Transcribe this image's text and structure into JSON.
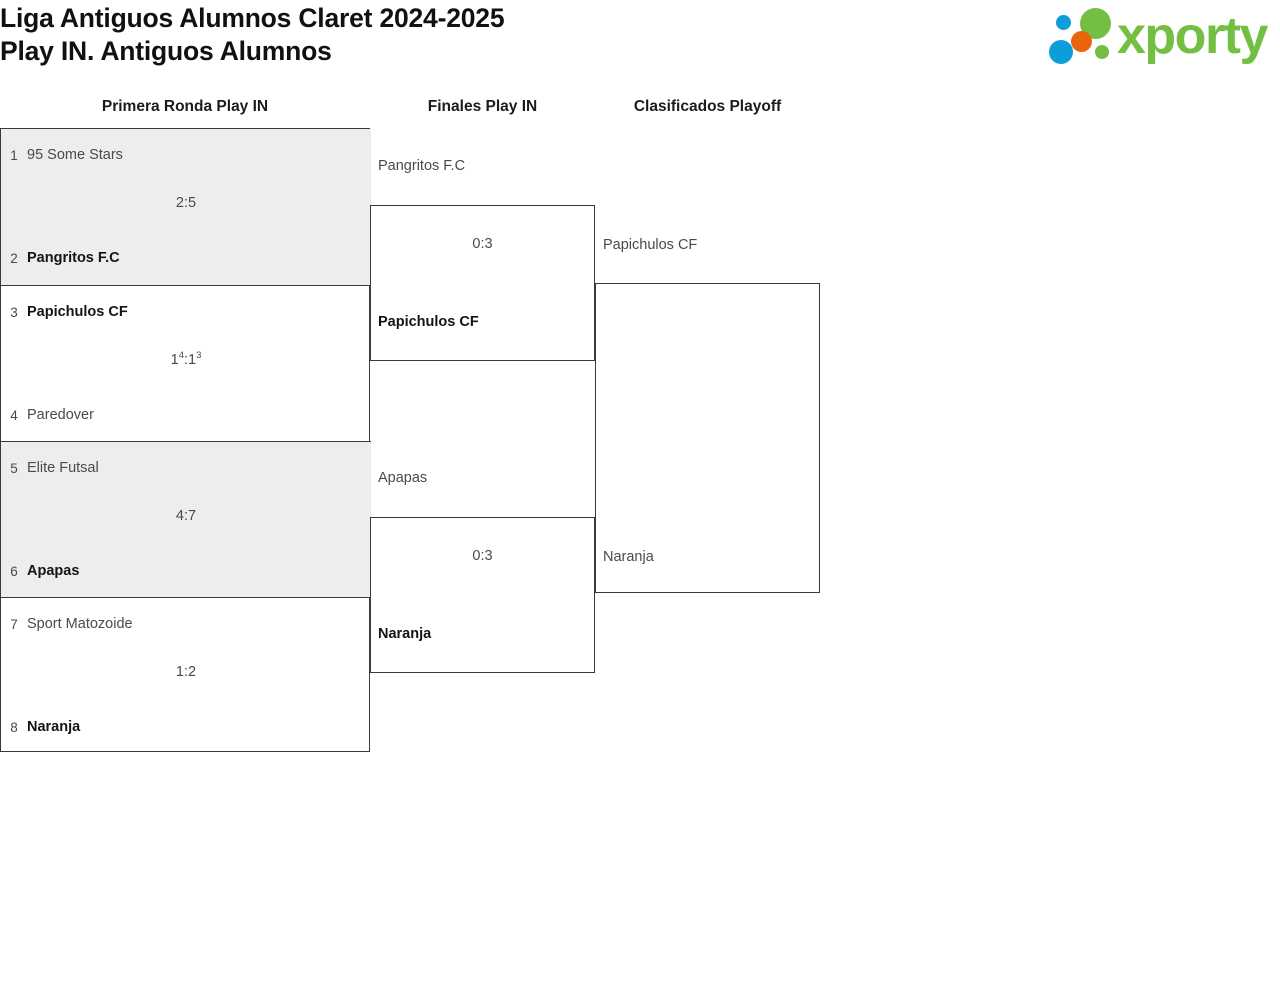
{
  "header": {
    "title": "Liga Antiguos Alumnos Claret 2024-2025\nPlay IN. Antiguos Alumnos",
    "logo_text": "xporty"
  },
  "columns": [
    {
      "id": "primera-ronda",
      "label": "Primera Ronda Play IN"
    },
    {
      "id": "finales",
      "label": "Finales Play IN"
    },
    {
      "id": "clasificados",
      "label": "Clasificados Playoff"
    }
  ],
  "round1": {
    "matches": [
      {
        "shaded": true,
        "top": {
          "seed": "1",
          "name": "95 Some Stars",
          "winner": false
        },
        "bottom": {
          "seed": "2",
          "name": "Pangritos F.C",
          "winner": true
        },
        "score": "2:5",
        "score_home": "2",
        "score_away": "5",
        "pens_home": "",
        "pens_away": ""
      },
      {
        "shaded": false,
        "top": {
          "seed": "3",
          "name": "Papichulos CF",
          "winner": true
        },
        "bottom": {
          "seed": "4",
          "name": "Paredover",
          "winner": false
        },
        "score": "1:1",
        "score_home": "1",
        "score_away": "1",
        "pens_home": "4",
        "pens_away": "3"
      },
      {
        "shaded": true,
        "top": {
          "seed": "5",
          "name": "Elite Futsal",
          "winner": false
        },
        "bottom": {
          "seed": "6",
          "name": "Apapas",
          "winner": true
        },
        "score": "4:7",
        "score_home": "4",
        "score_away": "7",
        "pens_home": "",
        "pens_away": ""
      },
      {
        "shaded": false,
        "top": {
          "seed": "7",
          "name": "Sport Matozoide",
          "winner": false
        },
        "bottom": {
          "seed": "8",
          "name": "Naranja",
          "winner": true
        },
        "score": "1:2",
        "score_home": "1",
        "score_away": "2",
        "pens_home": "",
        "pens_away": ""
      }
    ]
  },
  "round2": {
    "matches": [
      {
        "upper": {
          "name": "Pangritos F.C",
          "winner": false
        },
        "lower": {
          "name": "Papichulos CF",
          "winner": true
        },
        "score": "0:3"
      },
      {
        "upper": {
          "name": "Apapas",
          "winner": false
        },
        "lower": {
          "name": "Naranja",
          "winner": true
        },
        "score": "0:3"
      }
    ]
  },
  "round3": {
    "qualified": [
      {
        "name": "Papichulos CF"
      },
      {
        "name": "Naranja"
      }
    ]
  },
  "colors": {
    "shaded_row": "#ededed",
    "border": "#3a3a3a",
    "logo_green": "#72bf44",
    "logo_blue": "#0d9ddb",
    "logo_orange": "#e8650d"
  }
}
